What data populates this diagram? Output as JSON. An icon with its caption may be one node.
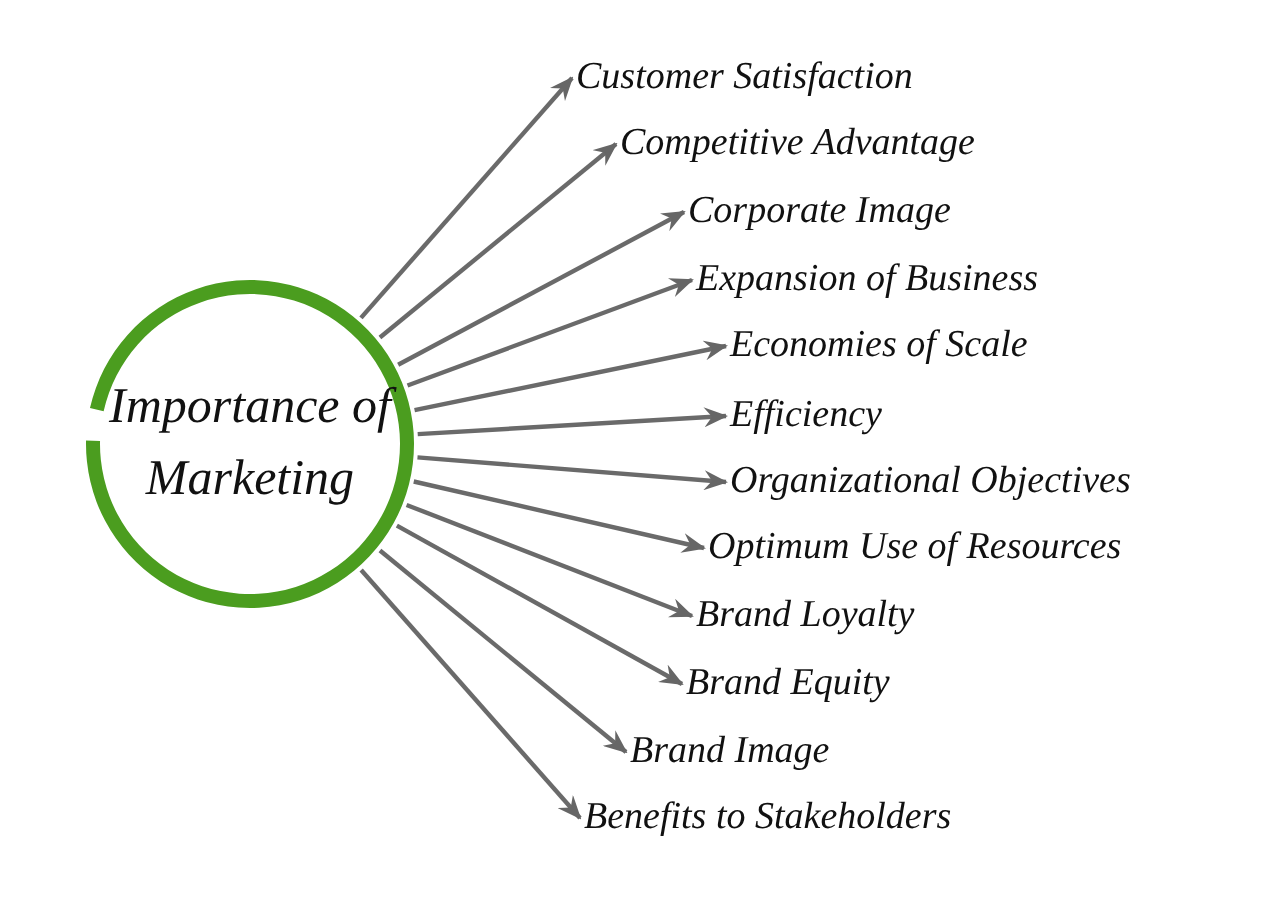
{
  "diagram": {
    "nodes": [
      {
        "text": [
          "Importance of Marketing"
        ]
      },
      {
        "text": [
          "Customer Satisfaction"
        ]
      },
      {
        "text": [
          "Competitive Advantage"
        ]
      },
      {
        "text": [
          "Corporate Image"
        ]
      },
      {
        "text": [
          "Expansion of Business"
        ]
      },
      {
        "text": [
          "Economies of Scale"
        ]
      },
      {
        "text": [
          "Efficiency"
        ]
      },
      {
        "text": [
          "Organizational Objectives"
        ]
      },
      {
        "text": [
          "Optimum Use of Resources"
        ]
      },
      {
        "text": [
          "Brand Loyalty"
        ]
      },
      {
        "text": [
          "Brand Equity"
        ]
      },
      {
        "text": [
          "Brand Image"
        ]
      },
      {
        "text": [
          "Benefits to Stakeholders"
        ]
      }
    ],
    "edges": [
      {
        "from": 0,
        "to": 1,
        "arrow": "to"
      },
      {
        "from": 0,
        "to": 2,
        "arrow": "to"
      },
      {
        "from": 0,
        "to": 3,
        "arrow": "to"
      },
      {
        "from": 0,
        "to": 4,
        "arrow": "to"
      },
      {
        "from": 0,
        "to": 5,
        "arrow": "to"
      },
      {
        "from": 0,
        "to": 6,
        "arrow": "to"
      },
      {
        "from": 0,
        "to": 7,
        "arrow": "to"
      },
      {
        "from": 0,
        "to": 8,
        "arrow": "to"
      },
      {
        "from": 0,
        "to": 9,
        "arrow": "to"
      },
      {
        "from": 0,
        "to": 10,
        "arrow": "to"
      },
      {
        "from": 0,
        "to": 11,
        "arrow": "to"
      },
      {
        "from": 0,
        "to": 12,
        "arrow": "to"
      }
    ]
  }
}
